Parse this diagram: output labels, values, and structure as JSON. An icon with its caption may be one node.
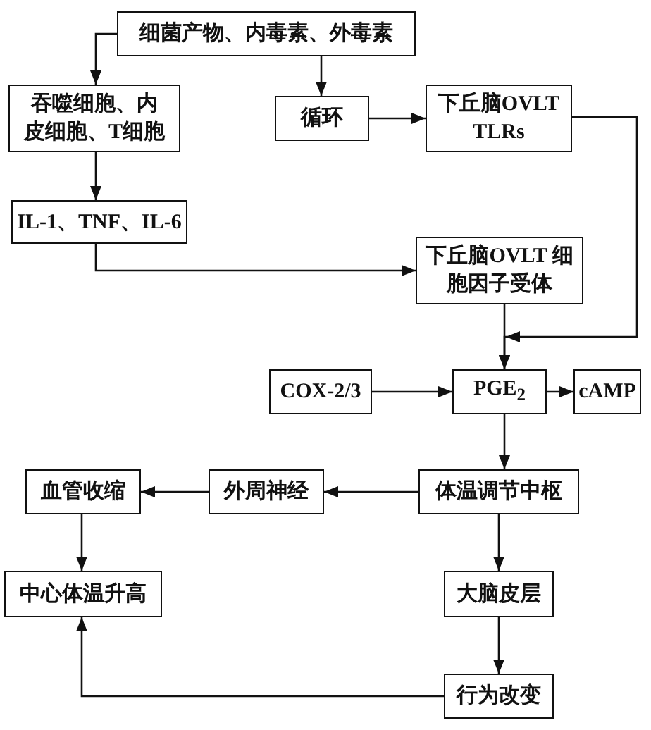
{
  "diagram": {
    "nodes": [
      {
        "text": [
          "细菌产物、内毒素、外毒素"
        ]
      },
      {
        "text": [
          "吞噬细胞、内皮细胞、T细胞"
        ]
      },
      {
        "text": [
          "循环"
        ]
      },
      {
        "text": [
          "下丘脑OVLT TLRs"
        ]
      },
      {
        "text": [
          "IL-1、TNF、IL-6"
        ]
      },
      {
        "text": [
          "下丘脑OVLT 细胞因子受体"
        ]
      },
      {
        "text": [
          "COX-2/3"
        ]
      },
      {
        "text": [
          "PGE$_{2}$"
        ]
      },
      {
        "text": [
          "cAMP"
        ]
      },
      {
        "text": [
          "血管收缩"
        ]
      },
      {
        "text": [
          "外周神经"
        ]
      },
      {
        "text": [
          "体温调节中枢"
        ]
      },
      {
        "text": [
          "中心体温升高"
        ]
      },
      {
        "text": [
          "大脑皮层"
        ]
      },
      {
        "text": [
          "行为改变"
        ]
      }
    ],
    "edges": [
      {
        "from": 0,
        "to": 1,
        "arrow": "to"
      },
      {
        "from": 0,
        "to": 2,
        "arrow": "to"
      },
      {
        "from": 1,
        "to": 4,
        "arrow": "to"
      },
      {
        "from": 2,
        "to": 3,
        "arrow": "to"
      },
      {
        "from": 4,
        "to": 5,
        "arrow": "to"
      },
      {
        "from": 3,
        "to": 7,
        "arrow": "to"
      },
      {
        "from": 5,
        "to": 7,
        "arrow": "to"
      },
      {
        "from": 6,
        "to": 7,
        "arrow": "to"
      },
      {
        "from": 7,
        "to": 8,
        "arrow": "to"
      },
      {
        "from": 7,
        "to": 11,
        "arrow": "to"
      },
      {
        "from": 11,
        "to": 10,
        "arrow": "to"
      },
      {
        "from": 10,
        "to": 9,
        "arrow": "to"
      },
      {
        "from": 9,
        "to": 12,
        "arrow": "to"
      },
      {
        "from": 11,
        "to": 13,
        "arrow": "to"
      },
      {
        "from": 13,
        "to": 14,
        "arrow": "to"
      },
      {
        "from": 14,
        "to": 12,
        "arrow": "to"
      }
    ]
  }
}
